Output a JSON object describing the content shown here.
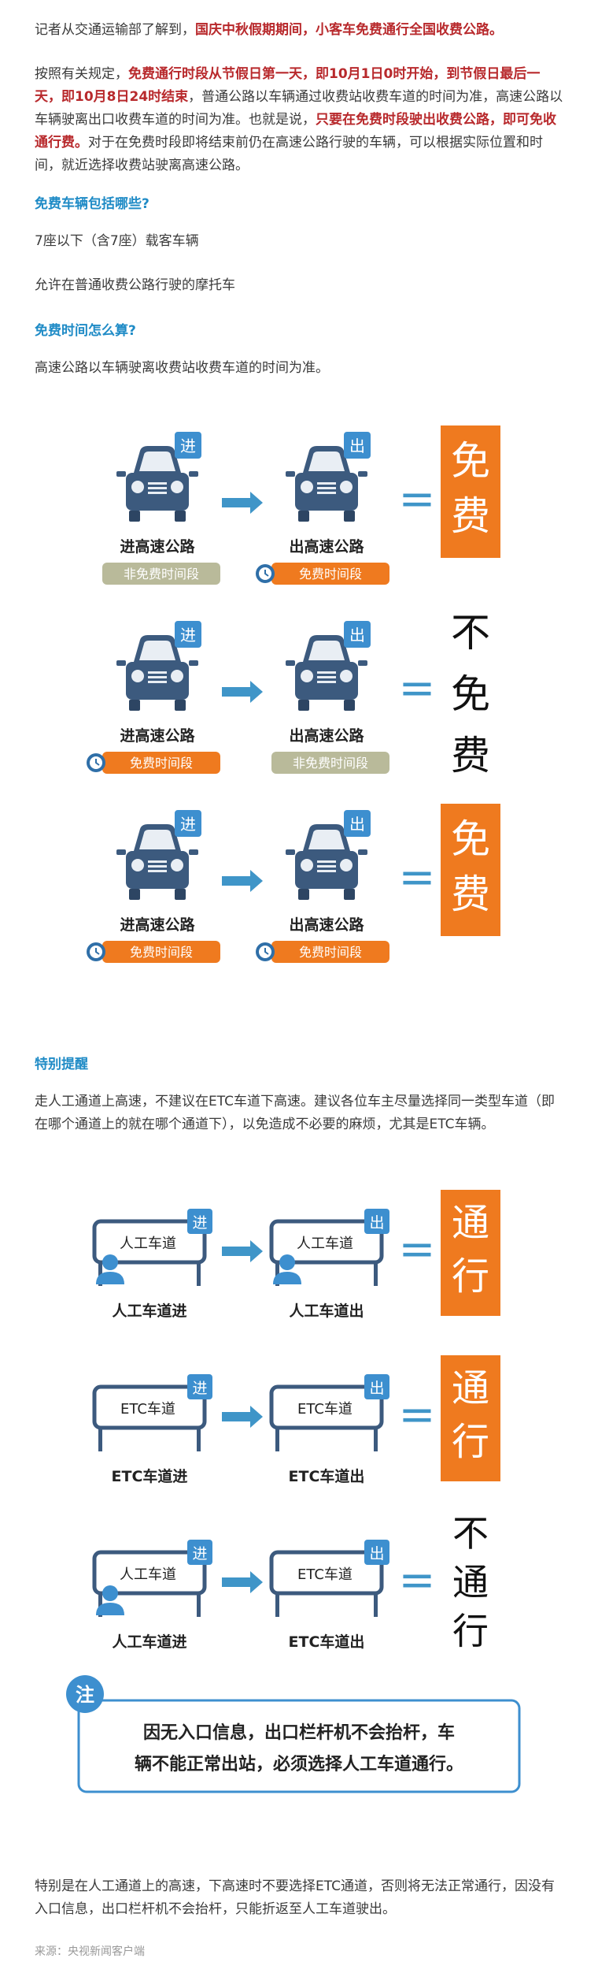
{
  "article": {
    "p1_prefix": "记者从交通运输部了解到，",
    "p1_highlight": "国庆中秋假期期间，小客车免费通行全国收费公路。",
    "p2_prefix": "按照有关规定，",
    "p2_red1": "免费通行时段从节假日第一天，即10月1日0时开始，到节假日最后一天，即10月8日24时结束",
    "p2_mid1": "，普通公路以车辆通过收费站收费车道的时间为准，高速公路以车辆驶离出口收费车道的时间为准。也就是说，",
    "p2_red2": "只要在免费时段驶出收费公路，即可免收通行费。",
    "p2_suffix": "对于在免费时段即将结束前仍在高速公路行驶的车辆，可以根据实际位置和时间，就近选择收费站驶离高速公路。",
    "h1": "免费车辆包括哪些?",
    "item1": "7座以下（含7座）载客车辆",
    "item2": "允许在普通收费公路行驶的摩托车",
    "h2": "免费时间怎么算?",
    "p3": "高速公路以车辆驶离收费站收费车道的时间为准。",
    "h3": "特别提醒",
    "p4": "走人工通道上高速，不建议在ETC车道下高速。建议各位车主尽量选择同一类型车道（即在哪个通道上的就在哪个通道下），以免造成不必要的麻烦，尤其是ETC车辆。",
    "p5": "特别是在人工通道上的高速，下高速时不要选择ETC通道，否则将无法正常通行，因没有入口信息，出口栏杆机不会抬杆，只能折返至人工车道驶出。",
    "source": "来源：央视新闻客户端"
  },
  "car_graphic": {
    "badge_in": "进",
    "badge_out": "出",
    "rows": [
      {
        "left_label": "进高速公路",
        "left_tag": "非免费时间段",
        "left_free": false,
        "right_label": "出高速公路",
        "right_tag": "免费时间段",
        "right_free": true,
        "result": [
          "免",
          "费"
        ],
        "result_boxed": true
      },
      {
        "left_label": "进高速公路",
        "left_tag": "免费时间段",
        "left_free": true,
        "right_label": "出高速公路",
        "right_tag": "非免费时间段",
        "right_free": false,
        "result": [
          "不",
          "免",
          "费"
        ],
        "result_boxed": false
      },
      {
        "left_label": "进高速公路",
        "left_tag": "免费时间段",
        "left_free": true,
        "right_label": "出高速公路",
        "right_tag": "免费时间段",
        "right_free": true,
        "result": [
          "免",
          "费"
        ],
        "result_boxed": true
      }
    ],
    "equals": "="
  },
  "lane_graphic": {
    "rows": [
      {
        "left_sign": "人工车道",
        "left_person": true,
        "left_label": "人工车道进",
        "right_sign": "人工车道",
        "right_person": true,
        "right_label": "人工车道出",
        "result": [
          "通",
          "行"
        ],
        "result_boxed": true
      },
      {
        "left_sign": "ETC车道",
        "left_person": false,
        "left_label": "ETC车道进",
        "right_sign": "ETC车道",
        "right_person": false,
        "right_label": "ETC车道出",
        "result": [
          "通",
          "行"
        ],
        "result_boxed": true
      },
      {
        "left_sign": "人工车道",
        "left_person": true,
        "left_label": "人工车道进",
        "right_sign": "ETC车道",
        "right_person": false,
        "right_label": "ETC车道出",
        "result": [
          "不",
          "通",
          "行"
        ],
        "result_boxed": false
      }
    ],
    "note_badge": "注",
    "note_line1": "因无入口信息，出口栏杆机不会抬杆，车",
    "note_line2": "辆不能正常出站，必须选择人工车道通行。"
  },
  "colors": {
    "accent_red": "#b8292c",
    "subhead_blue": "#1f8bc6",
    "car_blue": "#3c5a7e",
    "badge_blue": "#3d8fcf",
    "arrow_blue": "#3f95c8",
    "orange": "#ef7a1f",
    "tag_gray": "#b9ba9a",
    "clock_blue": "#2f6fa8"
  }
}
